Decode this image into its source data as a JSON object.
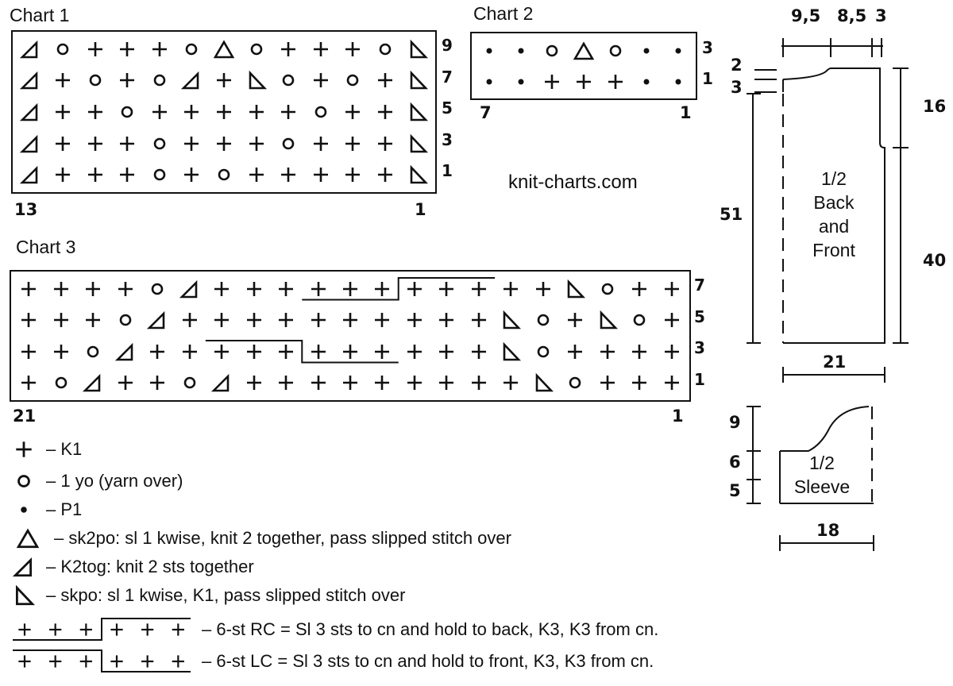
{
  "chart1": {
    "title": "Chart 1",
    "left_label": "13",
    "right_label": "1",
    "row_numbers": [
      "9",
      "7",
      "5",
      "3",
      "1"
    ],
    "rows": [
      [
        "k2tog",
        "yo",
        "k",
        "k",
        "k",
        "yo",
        "sk2po",
        "yo",
        "k",
        "k",
        "k",
        "yo",
        "skpo"
      ],
      [
        "k2tog",
        "k",
        "yo",
        "k",
        "yo",
        "k2tog",
        "k",
        "skpo",
        "yo",
        "k",
        "yo",
        "k",
        "skpo"
      ],
      [
        "k2tog",
        "k",
        "k",
        "yo",
        "k",
        "k",
        "k",
        "k",
        "k",
        "yo",
        "k",
        "k",
        "skpo"
      ],
      [
        "k2tog",
        "k",
        "k",
        "k",
        "yo",
        "k",
        "k",
        "k",
        "yo",
        "k",
        "k",
        "k",
        "skpo"
      ],
      [
        "k2tog",
        "k",
        "k",
        "k",
        "yo",
        "k",
        "yo",
        "k",
        "k",
        "k",
        "k",
        "k",
        "skpo"
      ]
    ]
  },
  "chart2": {
    "title": "Chart 2",
    "left_label": "7",
    "right_label": "1",
    "row_numbers": [
      "3",
      "1"
    ],
    "rows": [
      [
        "p",
        "p",
        "yo",
        "sk2po",
        "yo",
        "p",
        "p"
      ],
      [
        "p",
        "p",
        "k",
        "k",
        "k",
        "p",
        "p"
      ]
    ]
  },
  "chart3": {
    "title": "Chart 3",
    "left_label": "21",
    "right_label": "1",
    "row_numbers": [
      "7",
      "5",
      "3",
      "1"
    ],
    "rows": [
      [
        "k",
        "k",
        "k",
        "k",
        "yo",
        "k2tog",
        "k",
        "k",
        "k",
        "rc",
        "rc",
        "rc",
        "rc",
        "rc",
        "rc",
        "k",
        "k",
        "skpo",
        "yo",
        "k",
        "k"
      ],
      [
        "k",
        "k",
        "k",
        "yo",
        "k2tog",
        "k",
        "k",
        "k",
        "k",
        "k",
        "k",
        "k",
        "k",
        "k",
        "k",
        "skpo",
        "yo",
        "k",
        "skpo",
        "yo",
        "k"
      ],
      [
        "k",
        "k",
        "yo",
        "k2tog",
        "k",
        "k",
        "lc",
        "lc",
        "lc",
        "lc",
        "lc",
        "lc",
        "k",
        "k",
        "k",
        "skpo",
        "yo",
        "k",
        "k",
        "k",
        "k"
      ],
      [
        "k",
        "yo",
        "k2tog",
        "k",
        "k",
        "yo",
        "k2tog",
        "k",
        "k",
        "k",
        "k",
        "k",
        "k",
        "k",
        "k",
        "k",
        "skpo",
        "yo",
        "k",
        "k",
        "k"
      ]
    ]
  },
  "watermark": "knit-charts.com",
  "legend": [
    {
      "symbol": "k",
      "text": "– K1"
    },
    {
      "symbol": "yo",
      "text": "– 1 yo (yarn over)"
    },
    {
      "symbol": "p",
      "text": "– P1"
    },
    {
      "symbol": "sk2po",
      "text": "– sk2po: sl 1 kwise, knit 2 together, pass slipped stitch over"
    },
    {
      "symbol": "k2tog",
      "text": "– K2tog: knit 2 sts together"
    },
    {
      "symbol": "skpo",
      "text": "– skpo: sl 1 kwise, K1, pass slipped stitch over"
    },
    {
      "symbol": "rc",
      "text": "– 6-st RC = Sl 3 sts to cn and hold to back, K3, K3 from cn."
    },
    {
      "symbol": "lc",
      "text": "– 6-st LC = Sl 3 sts to cn and hold to front, K3, K3 from cn."
    }
  ],
  "schematic_body": {
    "label_line1": "1/2",
    "label_line2": "Back",
    "label_line3": "and",
    "label_line4": "Front",
    "top_dims": [
      "9,5",
      "8,5",
      "3"
    ],
    "left_dims": [
      "2",
      "3"
    ],
    "length": "51",
    "armhole": "16",
    "side": "40",
    "width": "21"
  },
  "schematic_sleeve": {
    "label_line1": "1/2",
    "label_line2": "Sleeve",
    "cap": "9",
    "mid": "6",
    "cuff": "5",
    "width": "18"
  }
}
